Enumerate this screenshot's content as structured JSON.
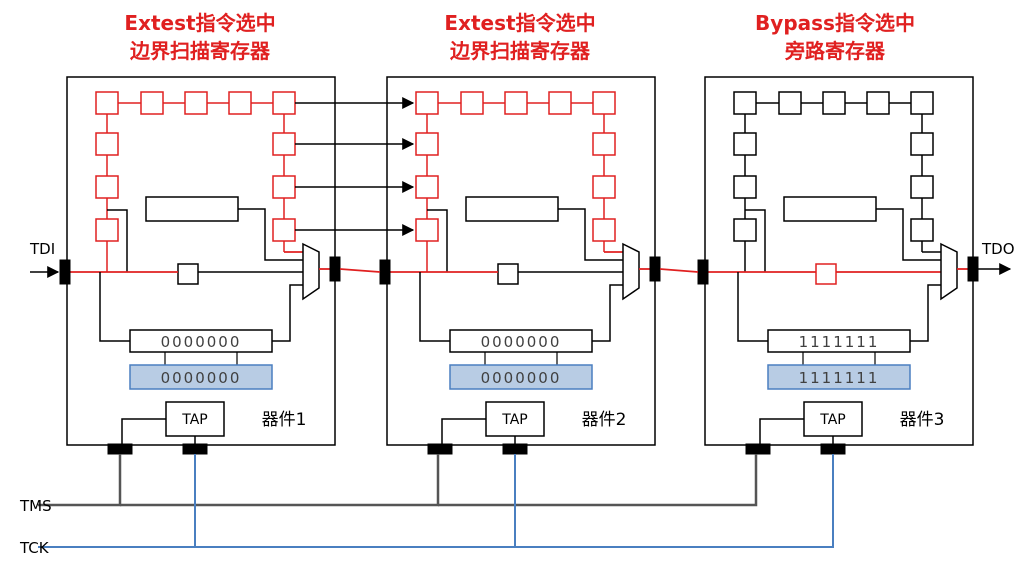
{
  "devices": [
    {
      "title_line1": "Extest指令选中",
      "title_line2": "边界扫描寄存器",
      "name": "器件1",
      "instruction_register": "0000000",
      "instruction_shadow": "0000000",
      "tap_label": "TAP",
      "active_chain": "boundary"
    },
    {
      "title_line1": "Extest指令选中",
      "title_line2": "边界扫描寄存器",
      "name": "器件2",
      "instruction_register": "0000000",
      "instruction_shadow": "0000000",
      "tap_label": "TAP",
      "active_chain": "boundary"
    },
    {
      "title_line1": "Bypass指令选中",
      "title_line2": "旁路寄存器",
      "name": "器件3",
      "instruction_register": "1111111",
      "instruction_shadow": "1111111",
      "tap_label": "TAP",
      "active_chain": "bypass"
    }
  ],
  "signals": {
    "tdi": "TDI",
    "tdo": "TDO",
    "tms": "TMS",
    "tck": "TCK"
  },
  "colors": {
    "active_path": "#e02020",
    "tck_line": "#4a7fc0",
    "tms_line": "#555555",
    "shadow_fill": "#b8cce4",
    "shadow_stroke": "#4a7fc0"
  }
}
